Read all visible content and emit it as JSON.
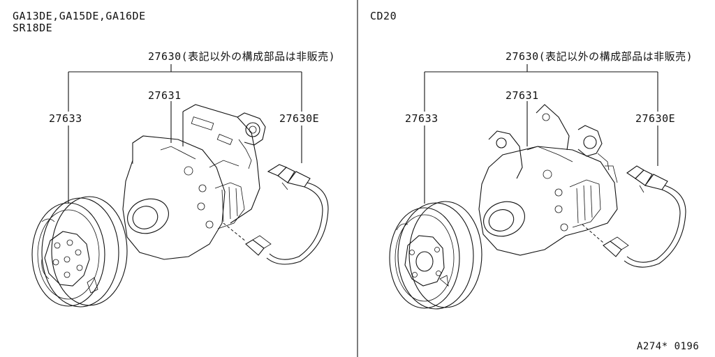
{
  "panels": [
    {
      "engine_line1": "GA13DE,GA15DE,GA16DE",
      "engine_line2": "SR18DE",
      "assembly_label": "27630(表記以外の構成部品は非販売)",
      "compressor_label": "27631",
      "clutch_label": "27633",
      "harness_label": "27630E"
    },
    {
      "engine_line1": "CD20",
      "assembly_label": "27630(表記以外の構成部品は非販売)",
      "compressor_label": "27631",
      "clutch_label": "27633",
      "harness_label": "27630E"
    }
  ],
  "figure_code": "A274* 0196"
}
